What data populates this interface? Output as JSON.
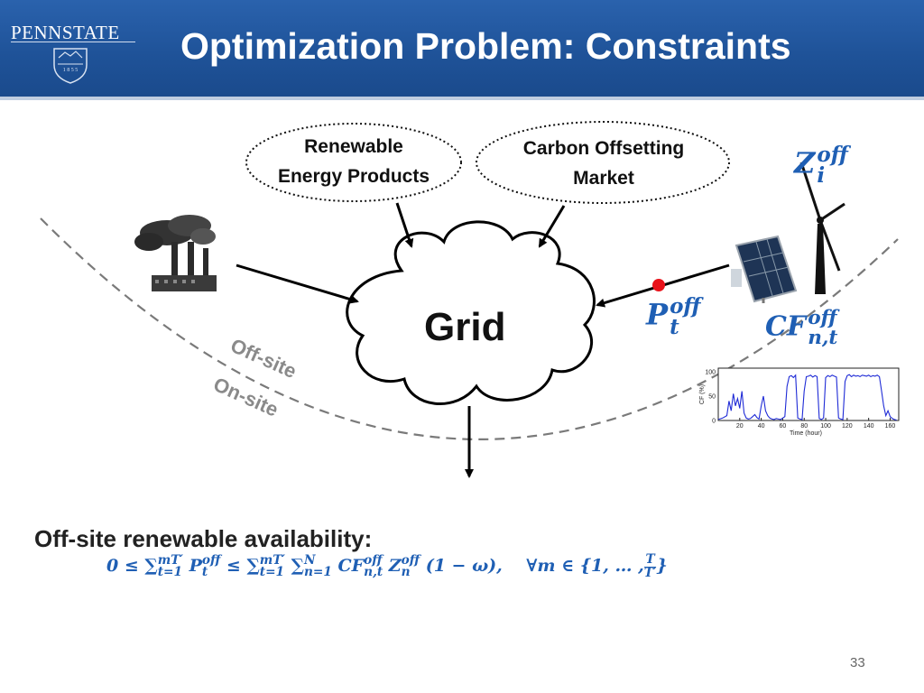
{
  "header": {
    "logo_text": "PENNSTATE",
    "logo_year": "1 8 5 5",
    "title": "Optimization Problem: Constraints"
  },
  "diagram": {
    "bubble_renewable": [
      "Renewable",
      "Energy Products"
    ],
    "bubble_carbon": [
      "Carbon Offsetting",
      "Market"
    ],
    "grid_label": "Grid",
    "offsite_label": "Off-site",
    "onsite_label": "On-site",
    "icons": [
      "factory-icon",
      "solar-panel-icon",
      "wind-turbine-icon"
    ],
    "math_z": {
      "base": "Z",
      "sup": "off",
      "sub": "i"
    },
    "math_p": {
      "base": "P",
      "sup": "off",
      "sub": "t"
    },
    "math_cf": {
      "base": "CF",
      "sup": "off",
      "sub": "n,t"
    }
  },
  "mini_chart": {
    "ylabel": "CF (%)",
    "xlabel": "Time (hour)",
    "xticks": [
      "20",
      "40",
      "60",
      "80",
      "100",
      "120",
      "140",
      "160"
    ],
    "yticks": [
      "0",
      "50",
      "100"
    ],
    "series_color": "#1f2bd6"
  },
  "chart_data": {
    "type": "line",
    "xlabel": "Time (hour)",
    "ylabel": "CF (%)",
    "xlim": [
      0,
      168
    ],
    "ylim": [
      0,
      100
    ],
    "series": [
      {
        "x": [
          0,
          4,
          8,
          10,
          12,
          14,
          16,
          18,
          20,
          22,
          24,
          26,
          28,
          30,
          32,
          34,
          36,
          38,
          40,
          42,
          44,
          46,
          48,
          50,
          52,
          54,
          56,
          58,
          60,
          62,
          64,
          66,
          68,
          70,
          72,
          74,
          76,
          78,
          80,
          82,
          84,
          86,
          88,
          90,
          92,
          94,
          96,
          98,
          100,
          102,
          104,
          106,
          108,
          110,
          112,
          114,
          116,
          118,
          120,
          122,
          124,
          126,
          128,
          130,
          132,
          134,
          136,
          138,
          140,
          142,
          144,
          146,
          148,
          150,
          152,
          154,
          156,
          158,
          160,
          162,
          164,
          166
        ],
        "y": [
          2,
          5,
          10,
          40,
          20,
          55,
          30,
          45,
          25,
          60,
          15,
          5,
          3,
          4,
          8,
          12,
          6,
          3,
          30,
          50,
          20,
          10,
          5,
          3,
          2,
          4,
          3,
          2,
          5,
          8,
          70,
          90,
          92,
          88,
          93,
          5,
          3,
          2,
          60,
          90,
          91,
          93,
          89,
          92,
          90,
          4,
          2,
          5,
          88,
          92,
          90,
          93,
          91,
          89,
          5,
          3,
          2,
          80,
          92,
          94,
          90,
          93,
          91,
          92,
          90,
          93,
          92,
          91,
          93,
          90,
          92,
          91,
          93,
          90,
          60,
          30,
          10,
          20,
          8,
          4,
          2,
          1
        ]
      }
    ]
  },
  "content": {
    "section_title": "Off-site renewable availability:",
    "formula": "0 ≤ ∑_{t=1}^{mT′} P_t^{off} ≤ ∑_{t=1}^{mT′} ∑_{n=1}^{N} CF_{n,t}^{off} Z_n^{off} (1 − ω),   ∀m ∈ {1, … , T/T′}"
  },
  "page_number": "33",
  "colors": {
    "header": "#1f5399",
    "math": "#1f5fb4",
    "marker": "#e8121a"
  }
}
